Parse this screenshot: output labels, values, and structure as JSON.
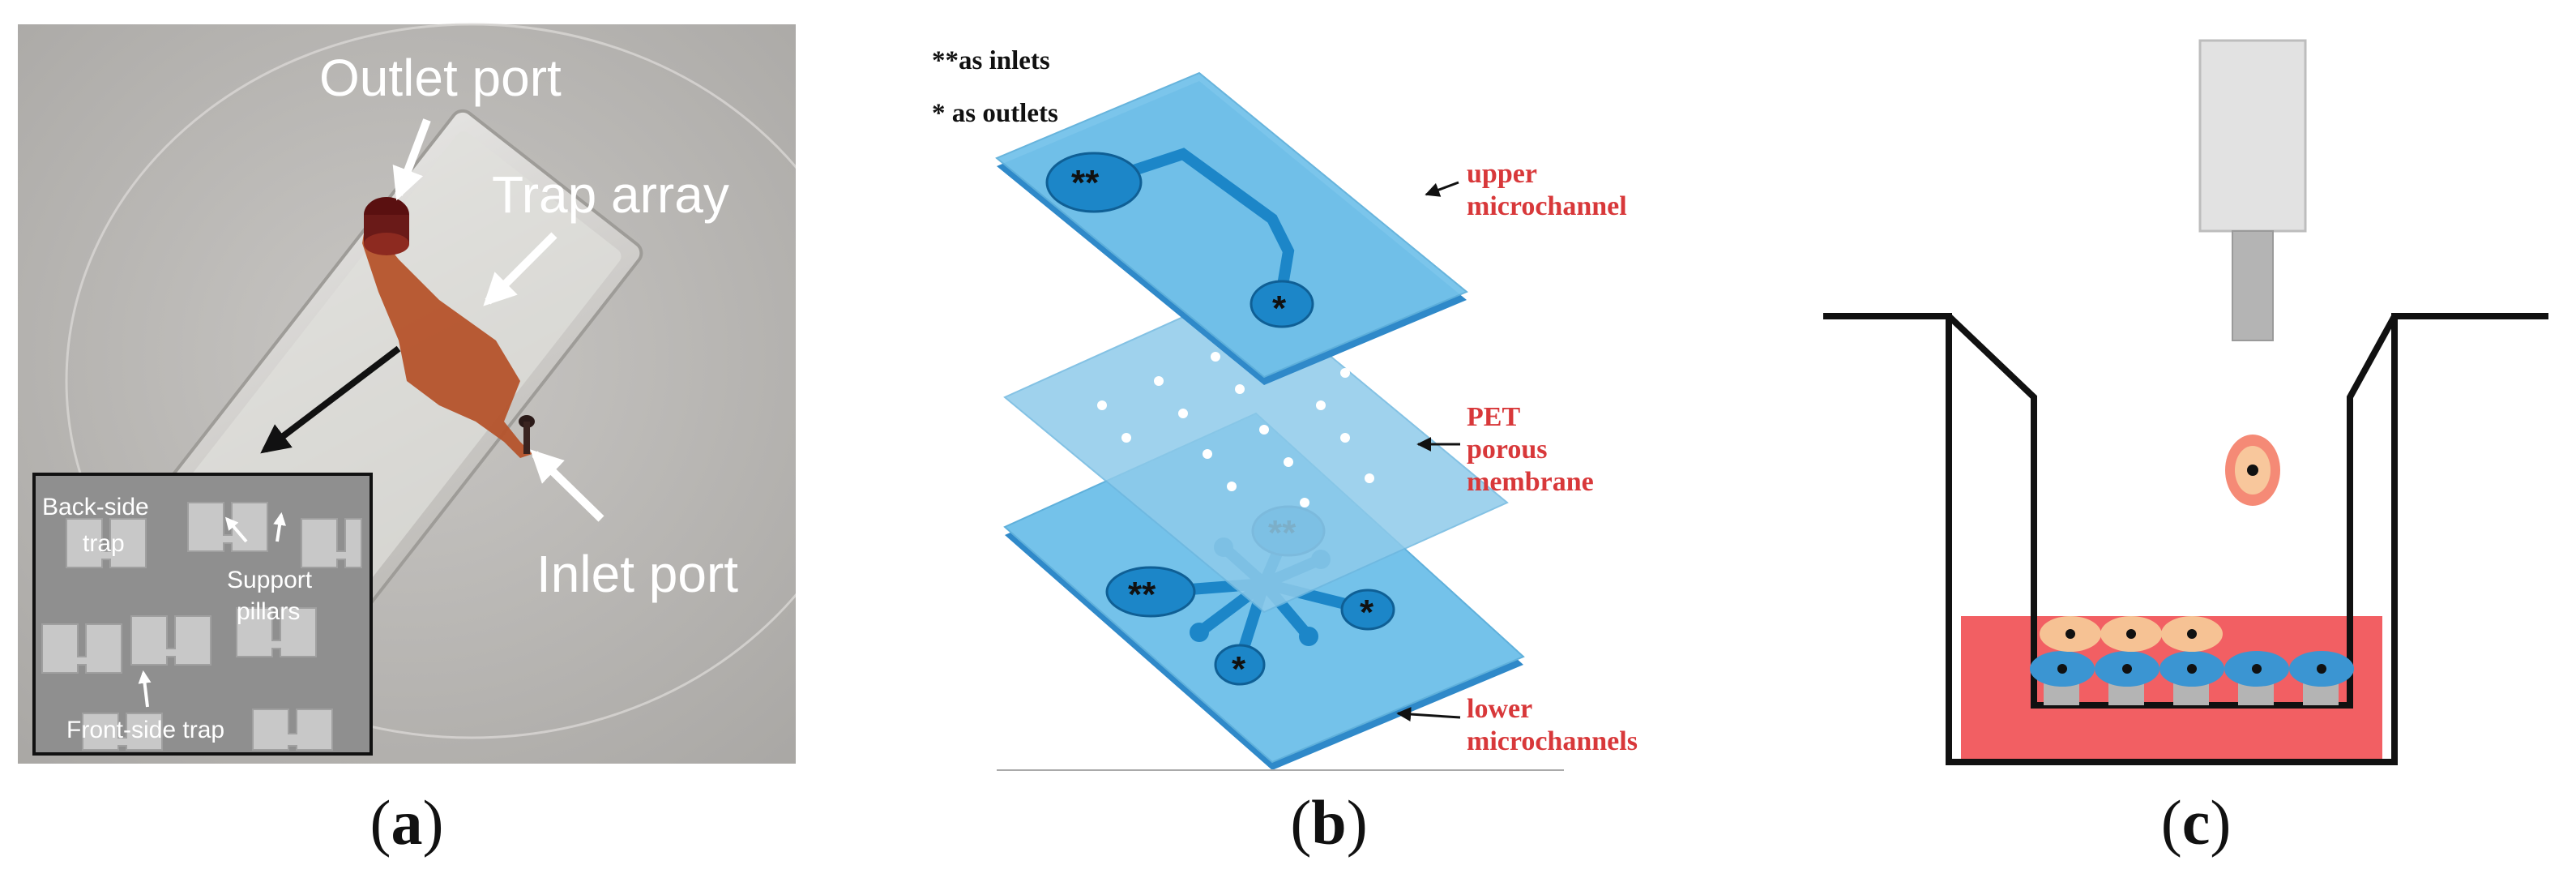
{
  "panel_a": {
    "labels": {
      "outlet_port": "Outlet port",
      "trap_array": "Trap array",
      "inlet_port": "Inlet port"
    },
    "inset": {
      "back_side_trap_line1": "Back-side",
      "back_side_trap_line2": "trap",
      "support_pillars_line1": "Support",
      "support_pillars_line2": "pillars",
      "front_side_trap": "Front-side trap"
    },
    "caption": "a"
  },
  "panel_b": {
    "legend": {
      "inlets": "**as inlets",
      "outlets": "* as outlets"
    },
    "layers": {
      "upper_line1": "upper",
      "upper_line2": "microchannel",
      "membrane_line1": "PET",
      "membrane_line2": "porous",
      "membrane_line3": "membrane",
      "lower_line1": "lower",
      "lower_line2": "microchannels"
    },
    "marks": {
      "double": "**",
      "single": "*"
    },
    "caption": "b"
  },
  "panel_c": {
    "caption": "c"
  },
  "colors": {
    "layer_blue": "#6fc0e8",
    "channel_blue": "#1c86c8",
    "label_red": "#d8383a",
    "medium_red": "#f25f63",
    "cell_orange": "#f6c294",
    "cell_blue": "#3b95d2"
  }
}
